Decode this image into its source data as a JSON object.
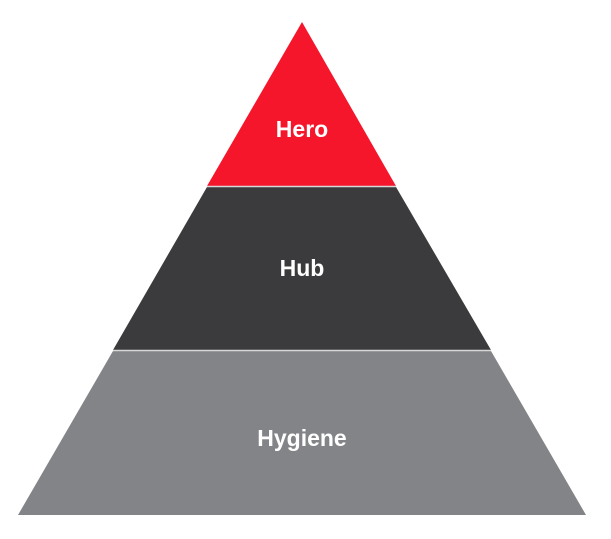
{
  "title": "Hero Hub Hygiene pyramid",
  "tiers": [
    {
      "label": "Hero",
      "color": "#f5162b"
    },
    {
      "label": "Hub",
      "color": "#3b3b3d"
    },
    {
      "label": "Hygiene",
      "color": "#838487"
    }
  ]
}
